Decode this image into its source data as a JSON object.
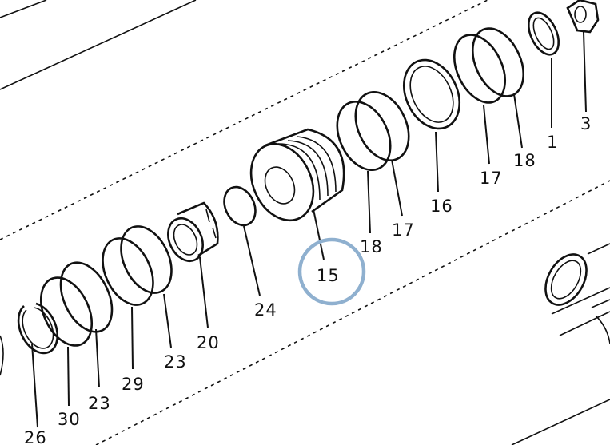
{
  "diagram": {
    "highlight_color": "#8fb0cf",
    "highlighted_part": "15",
    "callouts": [
      {
        "id": "c26",
        "label": "26"
      },
      {
        "id": "c30",
        "label": "30"
      },
      {
        "id": "c23a",
        "label": "23"
      },
      {
        "id": "c29",
        "label": "29"
      },
      {
        "id": "c23b",
        "label": "23"
      },
      {
        "id": "c20",
        "label": "20"
      },
      {
        "id": "c24",
        "label": "24"
      },
      {
        "id": "c15",
        "label": "15"
      },
      {
        "id": "c18a",
        "label": "18"
      },
      {
        "id": "c17a",
        "label": "17"
      },
      {
        "id": "c16",
        "label": "16"
      },
      {
        "id": "c17b",
        "label": "17"
      },
      {
        "id": "c18b",
        "label": "18"
      },
      {
        "id": "c1",
        "label": "1"
      },
      {
        "id": "c3",
        "label": "3"
      }
    ]
  }
}
